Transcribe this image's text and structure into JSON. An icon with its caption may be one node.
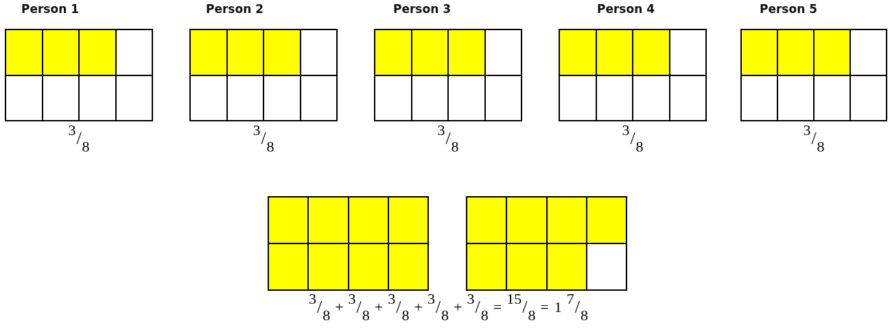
{
  "diagram": {
    "nodes": [
      {
        "text": [
          "Person 1"
        ],
        "beside": [
          "3/8"
        ]
      },
      {
        "text": [
          "Person 2"
        ],
        "beside": [
          "3/8"
        ]
      },
      {
        "text": [
          "Person 3"
        ],
        "beside": [
          "3/8"
        ]
      },
      {
        "text": [
          "Person 4"
        ],
        "beside": [
          "3/8"
        ]
      },
      {
        "text": [
          "Person 5"
        ],
        "beside": [
          "3/8"
        ]
      },
      {
        "text": [],
        "shape": "box"
      },
      {
        "text": [],
        "shape": "box"
      }
    ],
    "labels": [
      "3/8 + 3/8 + 3/8 + 3/8 + 3/8 = 15/8 = 1 7/8"
    ]
  }
}
